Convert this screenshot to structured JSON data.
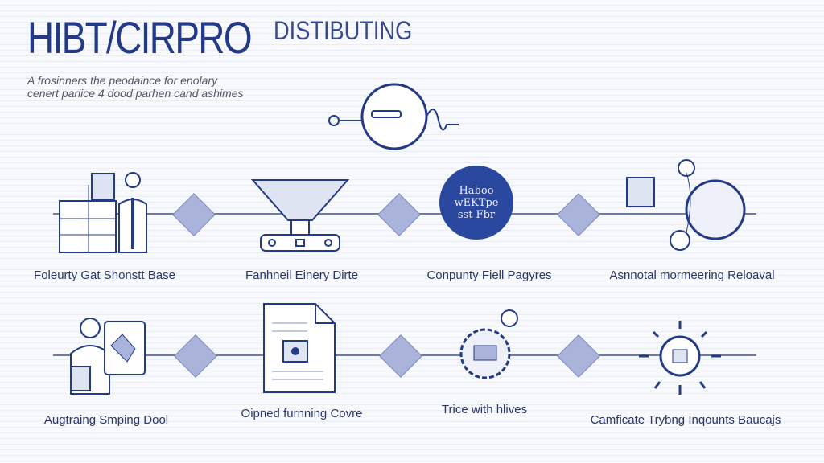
{
  "header": {
    "title": "HIBT/CIRPRO",
    "subtitle": "DISTIBUTING",
    "description_line1": "A frosinners the peodaince for enolary",
    "description_line2": "cenert pariice 4 dood parhen cand ashimes"
  },
  "row1": [
    {
      "label": "Foleurty Gat Shonstt Base"
    },
    {
      "label": "Fanhneil Einery Dirte"
    },
    {
      "label": "Conpunty Fiell Pagyres",
      "circle_lines": [
        "Haboo",
        "wEKTpe",
        "sst Fbr"
      ]
    },
    {
      "label": "Asnnotal mormeering Reloaval"
    }
  ],
  "row2": [
    {
      "label": "Augtraing Smping Dool"
    },
    {
      "label": "Oipned furnning Covre"
    },
    {
      "label": "Trice with hlives"
    },
    {
      "label": "Camficate Trybng Inqounts Baucajs"
    }
  ],
  "colors": {
    "primary": "#243a86",
    "diamond": "#aab3d9",
    "circle": "#2a48a0"
  }
}
